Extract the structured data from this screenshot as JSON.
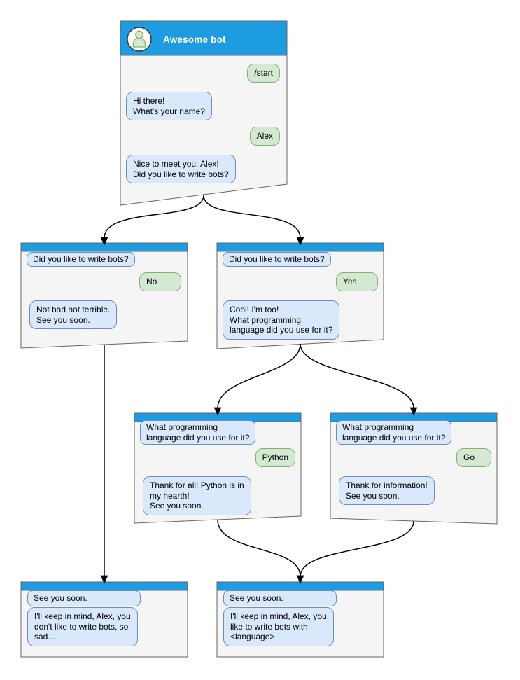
{
  "palette": {
    "header_blue": "#1e9ce2",
    "window_fill": "#f5f5f5",
    "window_border": "#666666",
    "bot_bubble_fill": "#dae8fc",
    "bot_bubble_border": "#6c8ebf",
    "user_bubble_fill": "#d5e8d4",
    "user_bubble_border": "#82b366",
    "arrow_color": "#000000",
    "avatar_fill": "#ffffff"
  },
  "windows": {
    "main": {
      "title": "Awesome bot",
      "avatar_icon": "person-icon",
      "messages": [
        {
          "from": "user",
          "text": "/start"
        },
        {
          "from": "bot",
          "text": "Hi there!\nWhat's your name?"
        },
        {
          "from": "user",
          "text": "Alex"
        },
        {
          "from": "bot",
          "text": "Nice to meet you, Alex!\nDid you like to write bots?"
        }
      ]
    },
    "branch_no": {
      "messages": [
        {
          "from": "bot",
          "text": "Did you like to write bots?"
        },
        {
          "from": "user",
          "text": "No"
        },
        {
          "from": "bot",
          "text": "Not bad not terrible.\nSee you soon."
        }
      ]
    },
    "branch_yes": {
      "messages": [
        {
          "from": "bot",
          "text": "Did you like to write bots?"
        },
        {
          "from": "user",
          "text": "Yes"
        },
        {
          "from": "bot",
          "text": "Cool! I'm too!\nWhat programming\nlanguage did you use for it?"
        }
      ]
    },
    "branch_python": {
      "messages": [
        {
          "from": "bot",
          "text": "What programming\nlanguage did you use for it?"
        },
        {
          "from": "user",
          "text": "Python"
        },
        {
          "from": "bot",
          "text": "Thank for all! Python is in\nmy hearth!\nSee you soon."
        }
      ]
    },
    "branch_go": {
      "messages": [
        {
          "from": "bot",
          "text": "What programming\nlanguage did you use for it?"
        },
        {
          "from": "user",
          "text": "Go"
        },
        {
          "from": "bot",
          "text": "Thank for information!\nSee you soon."
        }
      ]
    },
    "end_no": {
      "messages": [
        {
          "from": "bot",
          "text": "See you soon."
        },
        {
          "from": "bot",
          "text": "I'll keep in mind, Alex, you\ndon't like to write bots, so\nsad..."
        }
      ]
    },
    "end_yes": {
      "messages": [
        {
          "from": "bot",
          "text": "See you soon."
        },
        {
          "from": "bot",
          "text": "I'll keep in mind, Alex, you\nlike to write bots with\n<language>"
        }
      ]
    }
  }
}
